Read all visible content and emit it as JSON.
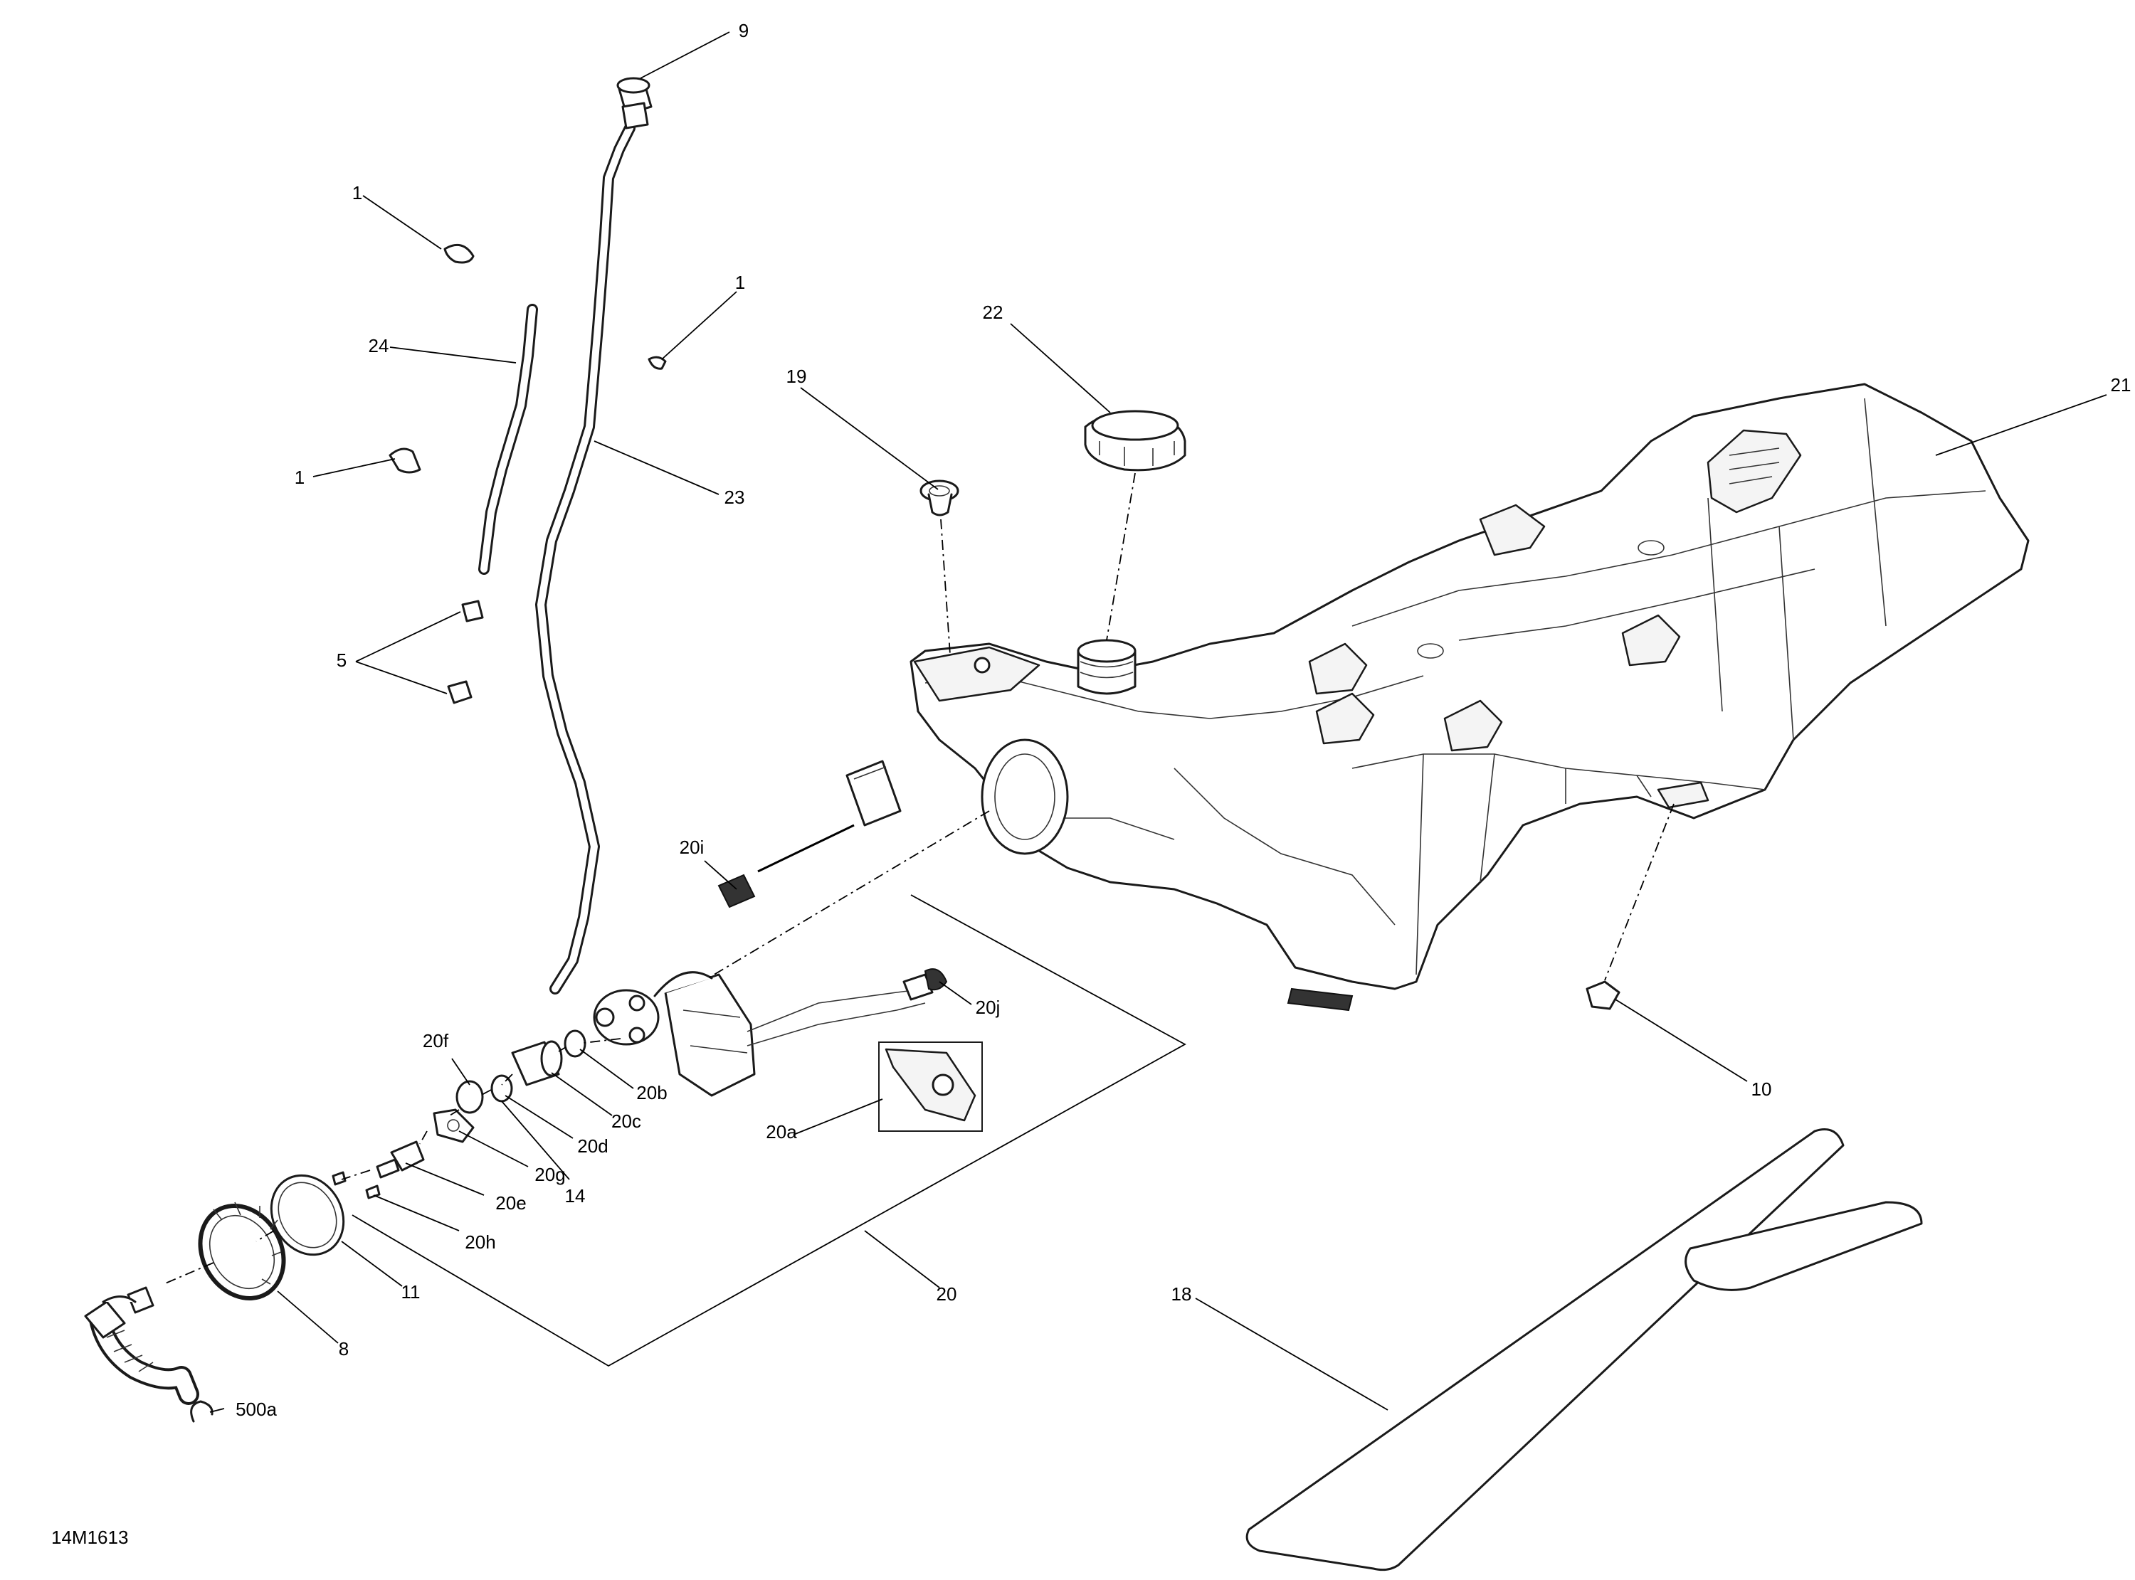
{
  "drawing_number": "14M1613",
  "callouts": {
    "c9": "9",
    "c1a": "1",
    "c1b": "1",
    "c1c": "1",
    "c24": "24",
    "c23": "23",
    "c5": "5",
    "c19": "19",
    "c22": "22",
    "c21": "21",
    "c20i": "20i",
    "c20j": "20j",
    "c20f": "20f",
    "c20b": "20b",
    "c20c": "20c",
    "c20d": "20d",
    "c20g": "20g",
    "c14": "14",
    "c20e": "20e",
    "c20h": "20h",
    "c20a": "20a",
    "c11": "11",
    "c8": "8",
    "c20": "20",
    "c500a": "500a",
    "c10": "10",
    "c18": "18"
  }
}
